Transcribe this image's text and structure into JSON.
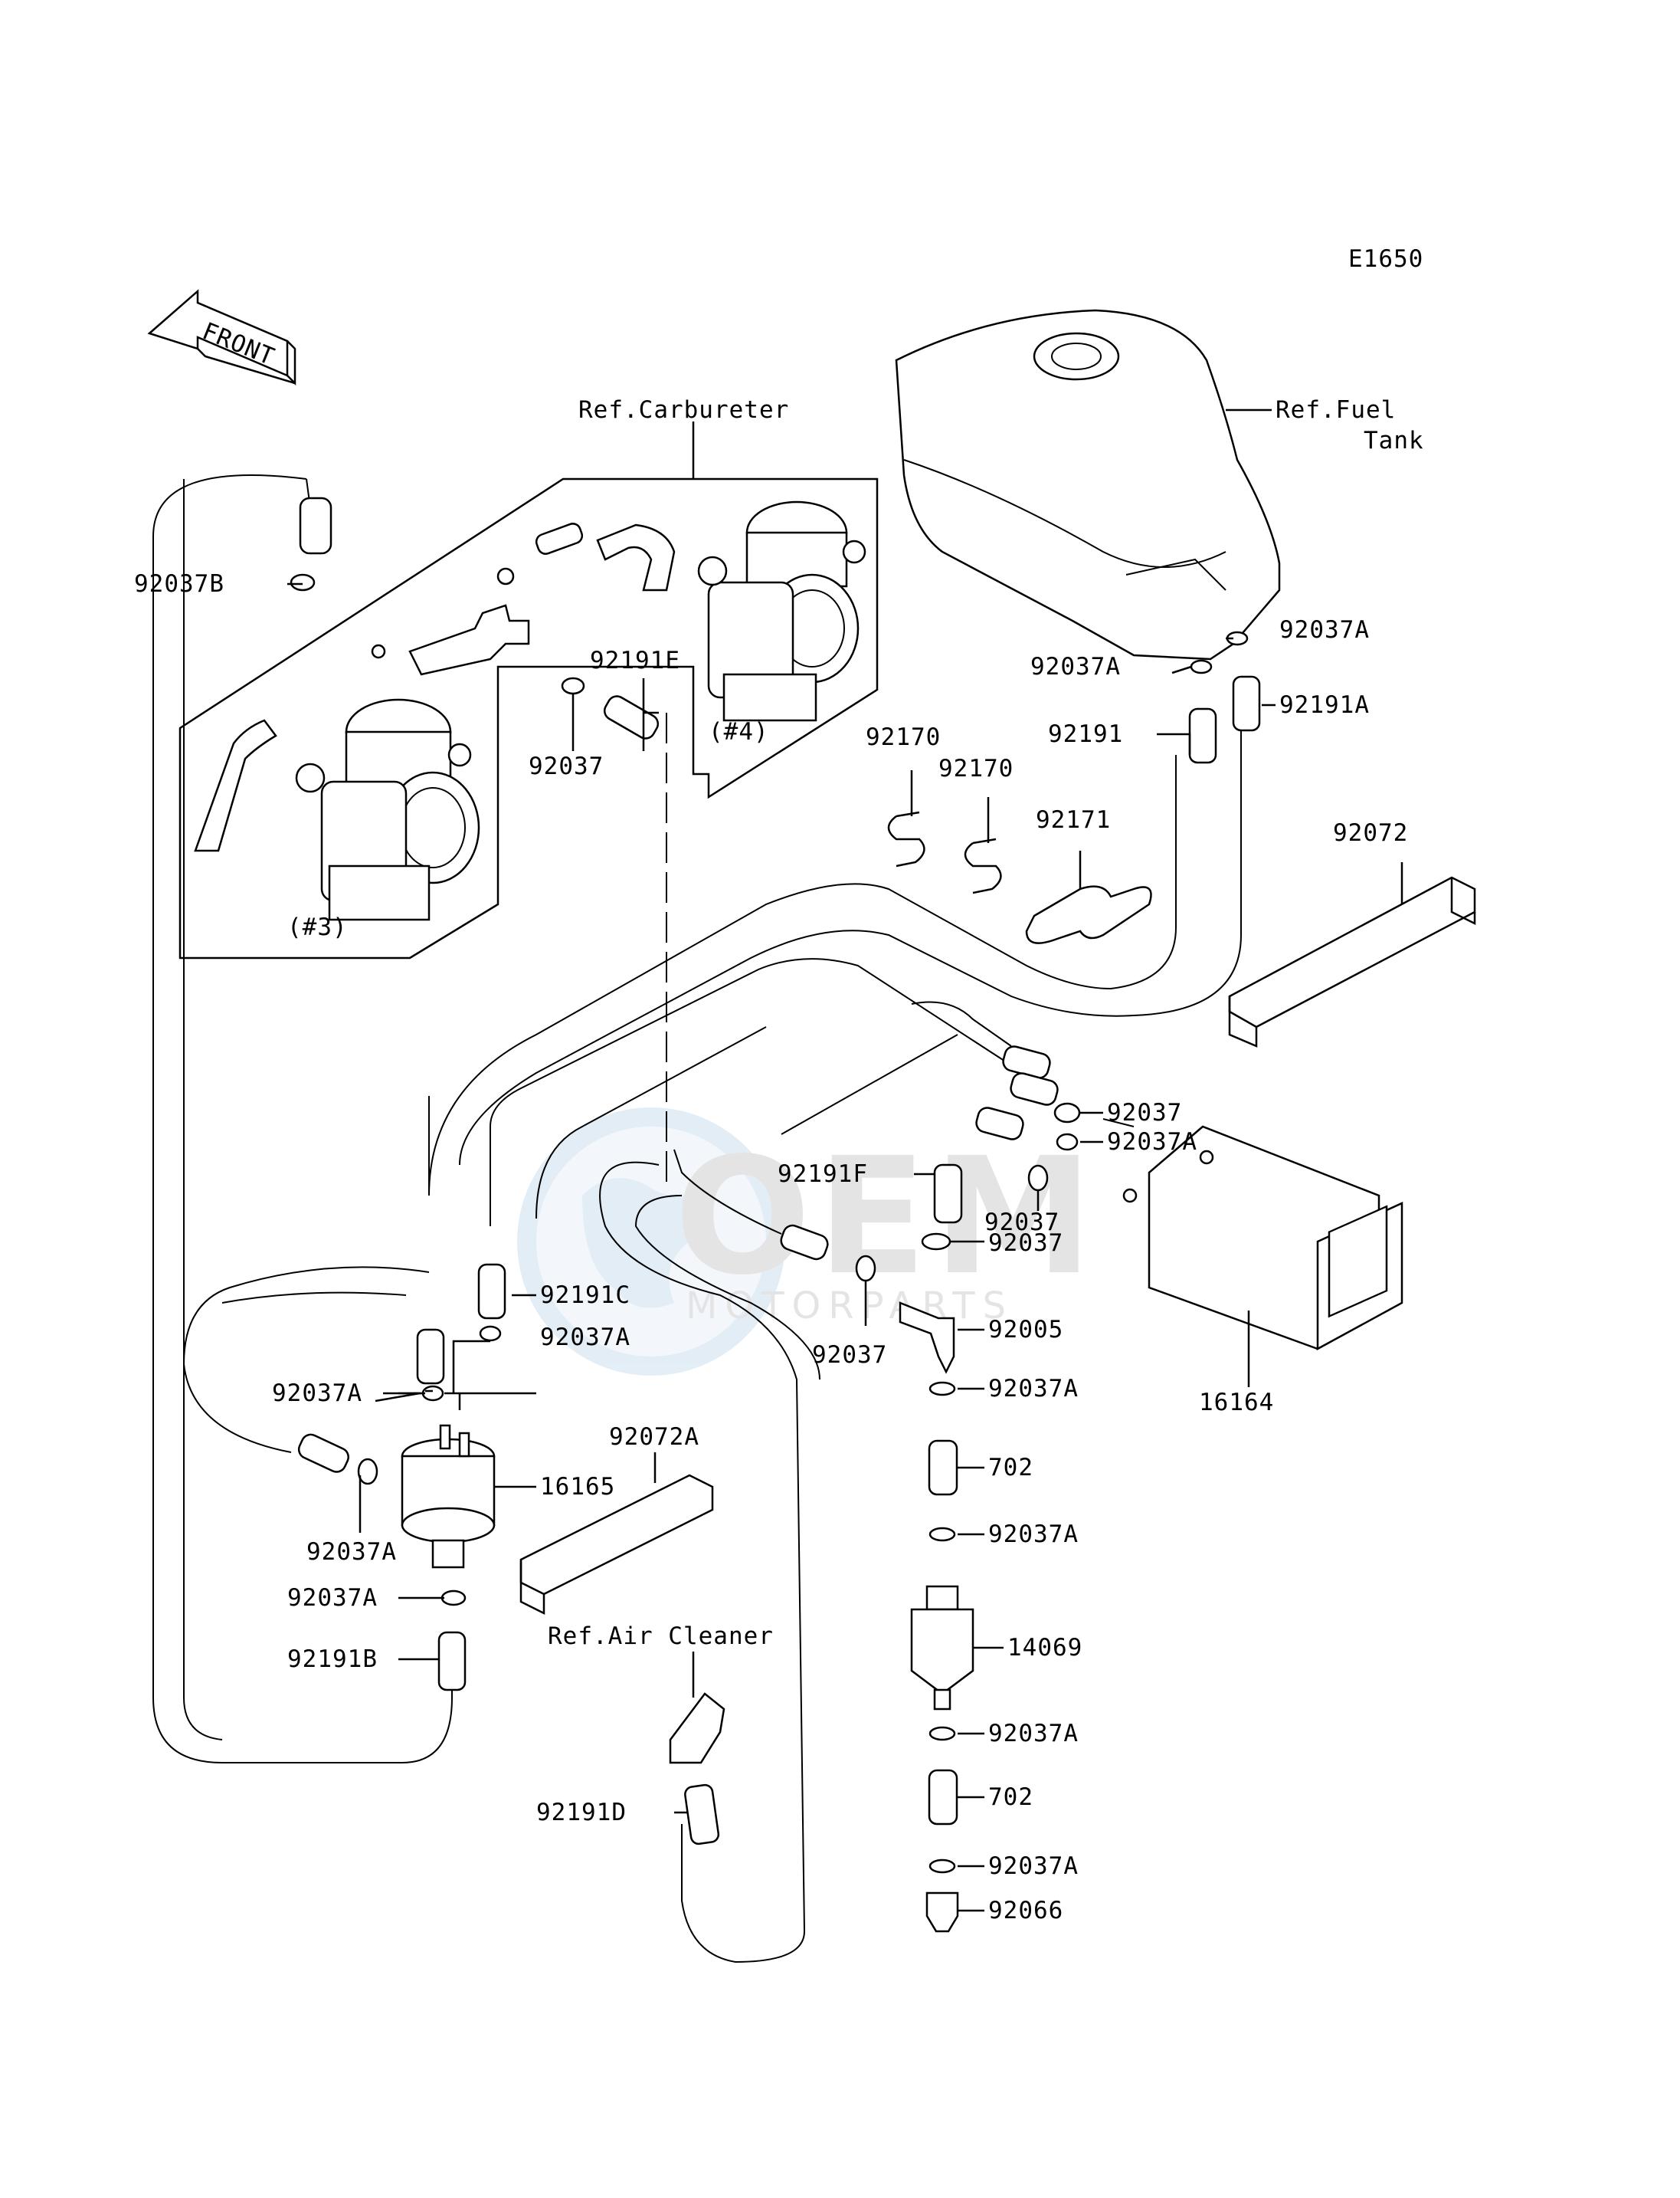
{
  "diagram_id": "E1650",
  "front_label": "FRONT",
  "refs": {
    "carbureter": "Ref.Carbureter",
    "fuel_tank_1": "Ref.Fuel",
    "fuel_tank_2": "Tank",
    "air_cleaner": "Ref.Air Cleaner",
    "carb3": "(#3)",
    "carb4": "(#4)"
  },
  "parts": {
    "p92037B": "92037B",
    "p92191E": "92191E",
    "p92037_a": "92037",
    "p92037A_tank1": "92037A",
    "p92037A_tank2": "92037A",
    "p92191": "92191",
    "p92191A": "92191A",
    "p92170_a": "92170",
    "p92170_b": "92170",
    "p92171": "92171",
    "p92072": "92072",
    "p92037_b": "92037",
    "p92037A_c": "92037A",
    "p92191F": "92191F",
    "p92037_c": "92037",
    "p92037_d": "92037",
    "p92191C": "92191C",
    "p92037A_d": "92037A",
    "p92037_e": "92037",
    "p92005": "92005",
    "p16164": "16164",
    "p92037A_e": "92037A",
    "p92072A": "92072A",
    "p92037A_f": "92037A",
    "p16165": "16165",
    "p702_a": "702",
    "p92037A_g": "92037A",
    "p92037A_h": "92037A",
    "p92037A_i": "92037A",
    "p14069": "14069",
    "p92191B": "92191B",
    "p92037A_j": "92037A",
    "p702_b": "702",
    "p92191D": "92191D",
    "p92037A_k": "92037A",
    "p92066": "92066"
  },
  "watermark": {
    "brand": "OEM",
    "sub": "MOTORPARTS"
  }
}
